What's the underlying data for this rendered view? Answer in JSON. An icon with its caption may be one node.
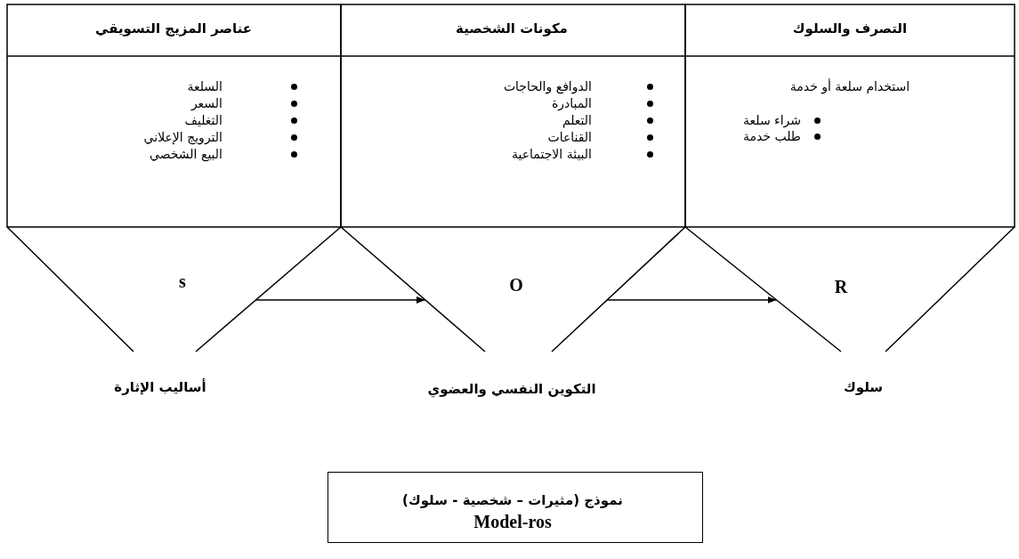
{
  "diagram": {
    "nodes": [
      {
        "text": [
          "عناصر المزيج التسويقي",
          "السلعة",
          "السعر",
          "التغليف",
          "الترويج الإعلاني",
          "البيع الشخصي",
          "s"
        ],
        "beside": [
          "أساليب الإثارة"
        ]
      },
      {
        "text": [
          "مكونات الشخصية",
          "الدوافع والحاجات",
          "المبادرة",
          "التعلم",
          "القناعات",
          "البيئة الاجتماعية",
          "O"
        ],
        "beside": [
          "التكوين النفسي والعضوي"
        ]
      },
      {
        "text": [
          "التصرف والسلوك",
          "استخدام سلعة أو خدمة",
          "شراء سلعة",
          "طلب خدمة",
          "R"
        ],
        "beside": [
          "سلوك"
        ]
      },
      {
        "text": [
          "نموذج (مثيرات – شخصية - سلوك)",
          "Model-ros"
        ]
      }
    ],
    "edges": [
      {
        "from": 0,
        "to": 1,
        "arrow": "to"
      },
      {
        "from": 1,
        "to": 2,
        "arrow": "to"
      }
    ]
  }
}
